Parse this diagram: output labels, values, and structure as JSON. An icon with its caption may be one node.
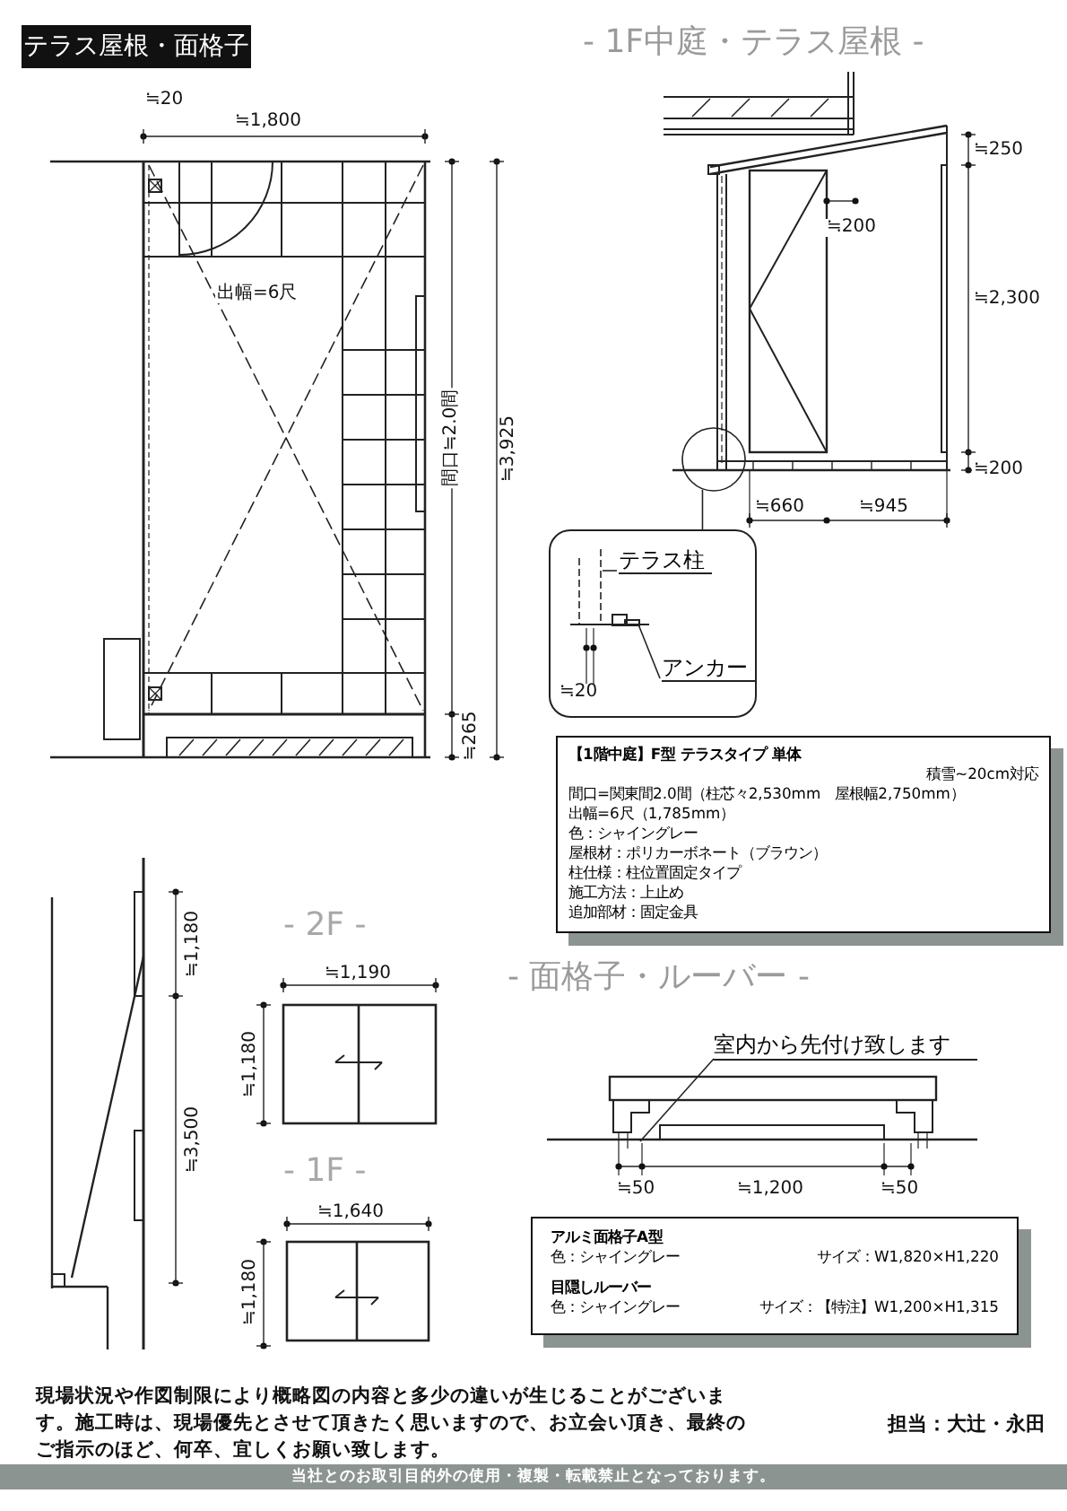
{
  "diagram": {
    "nodes": [
      {
        "text": [
          "テラス屋根・面格子"
        ]
      },
      {
        "text": [],
        "shape": "circle"
      },
      {
        "text": [],
        "shape": "box"
      },
      {
        "text": [
          "テラス柱"
        ],
        "in": 2
      },
      {
        "text": [
          "アンカー"
        ],
        "in": 2
      },
      {
        "text": [
          "室内から先付け致します"
        ]
      },
      {
        "text": [
          "【1階中庭】F型 テラスタイプ 単体",
          "積雪~20cm対応",
          "間口=関東間2.0間（柱芯々2,530mm　屋根幅2,750mm）",
          "出幅=6尺（1,785mm）",
          "色：シャイングレー",
          "屋根材：ポリカーボネート（ブラウン）",
          "柱仕様：柱位置固定タイプ",
          "施工方法：上止め",
          "追加部材：固定金具"
        ]
      },
      {
        "text": [
          "アルミ面格子A型",
          "色：シャイングレー",
          "サイズ：W1,820×H1,220",
          "目隠しルーバー",
          "色：シャイングレー",
          "サイズ：【特注】W1,200×H1,315"
        ]
      },
      {
        "text": [
          "当社とのお取引目的外の使用・複製・転載禁止となっております。"
        ]
      },
      {
        "text": [],
        "shape": "bar",
        "in": 2
      },
      {
        "text": [],
        "shape": "box",
        "in": 2
      }
    ],
    "edges": [
      {
        "from": 1,
        "to": 2,
        "arrow": "none"
      },
      {
        "from": 3,
        "to": 9,
        "arrow": "none"
      },
      {
        "from": 4,
        "to": 10,
        "arrow": "none"
      },
      {
        "from": 5,
        "to": null,
        "arrow": "none"
      }
    ],
    "labels": [
      "- 1F中庭・テラス屋根 -",
      "≒20",
      "≒1,800",
      "出幅=6尺",
      "間口≒2.0間",
      "≒3,925",
      "≒265",
      "≒250",
      "≒200",
      "≒2,300",
      "≒200",
      "≒660",
      "≒945",
      "≒20",
      "- 2F -",
      "- 面格子・ルーバー -",
      "≒1,180",
      "≒3,500",
      "≒1,190",
      "≒1,180",
      "- 1F -",
      "≒1,640",
      "≒1,180",
      "≒50",
      "≒1,200",
      "≒50",
      "現場状況や作図制限により概略図の内容と多少の違いが生じることがございます。施工時は、現場優先とさせて頂きたく思いますので、お立会い頂き、最終のご指示のほど、何卒、宜しくお願い致します。",
      "担当：大辻・永田"
    ]
  }
}
